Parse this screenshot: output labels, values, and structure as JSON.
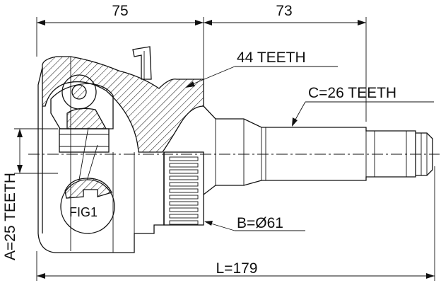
{
  "dimensions": {
    "top_left": "75",
    "top_right": "73",
    "overall_length": "L=179",
    "outer_teeth": "A=25 TEETH",
    "abs_ring": "44 TEETH",
    "spline": "C=26 TEETH",
    "abs_diameter": "B=Ø61"
  },
  "figure_label": "FIG1"
}
